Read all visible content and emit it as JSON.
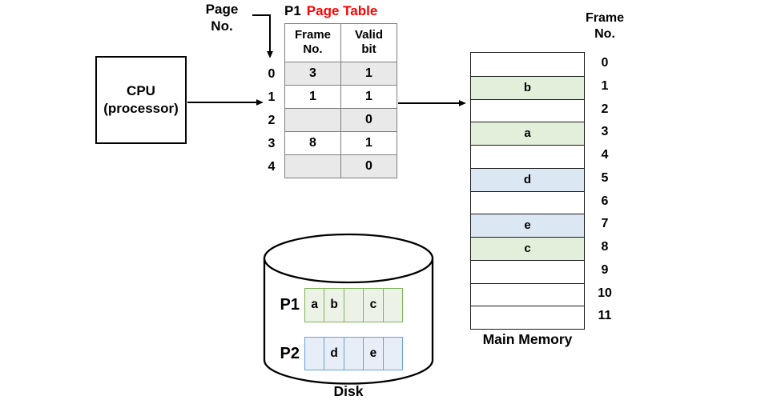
{
  "page_no_label": {
    "line1": "Page",
    "line2": "No."
  },
  "cpu": {
    "line1": "CPU",
    "line2": "(processor)"
  },
  "page_table": {
    "title_prefix": "P1",
    "title": "Page Table",
    "col_headers": [
      {
        "line1": "Frame",
        "line2": "No."
      },
      {
        "line1": "Valid",
        "line2": "bit"
      }
    ],
    "rows": [
      {
        "page_no": "0",
        "frame_no": "3",
        "valid_bit": "1",
        "shaded": true
      },
      {
        "page_no": "1",
        "frame_no": "1",
        "valid_bit": "1",
        "shaded": false
      },
      {
        "page_no": "2",
        "frame_no": "",
        "valid_bit": "0",
        "shaded": true
      },
      {
        "page_no": "3",
        "frame_no": "8",
        "valid_bit": "1",
        "shaded": false
      },
      {
        "page_no": "4",
        "frame_no": "",
        "valid_bit": "0",
        "shaded": true
      }
    ]
  },
  "main_memory": {
    "frame_no_label": {
      "line1": "Frame",
      "line2": "No."
    },
    "caption": "Main Memory",
    "cells": [
      {
        "frame_no": "0",
        "content": "",
        "color": "white"
      },
      {
        "frame_no": "1",
        "content": "b",
        "color": "green"
      },
      {
        "frame_no": "2",
        "content": "",
        "color": "white"
      },
      {
        "frame_no": "3",
        "content": "a",
        "color": "green"
      },
      {
        "frame_no": "4",
        "content": "",
        "color": "white"
      },
      {
        "frame_no": "5",
        "content": "d",
        "color": "blue"
      },
      {
        "frame_no": "6",
        "content": "",
        "color": "white"
      },
      {
        "frame_no": "7",
        "content": "e",
        "color": "blue"
      },
      {
        "frame_no": "8",
        "content": "c",
        "color": "green"
      },
      {
        "frame_no": "9",
        "content": "",
        "color": "white"
      },
      {
        "frame_no": "10",
        "content": "",
        "color": "white"
      },
      {
        "frame_no": "11",
        "content": "",
        "color": "white"
      }
    ]
  },
  "disk": {
    "caption": "Disk",
    "rows": [
      {
        "label": "P1",
        "color": "green",
        "cells": [
          "a",
          "b",
          "",
          "c",
          ""
        ]
      },
      {
        "label": "P2",
        "color": "blue",
        "cells": [
          "",
          "d",
          "",
          "e",
          ""
        ]
      }
    ]
  },
  "colors": {
    "title_red": "#ff0000",
    "table_shaded_gray": "#e9e9e9",
    "memory_green": "#e2efda",
    "memory_blue": "#dbe7f3",
    "disk_green_border": "#7fb35c",
    "disk_green_fill": "#edf2e6",
    "disk_blue_border": "#6ba1d4",
    "disk_blue_fill": "#e8eef7"
  }
}
